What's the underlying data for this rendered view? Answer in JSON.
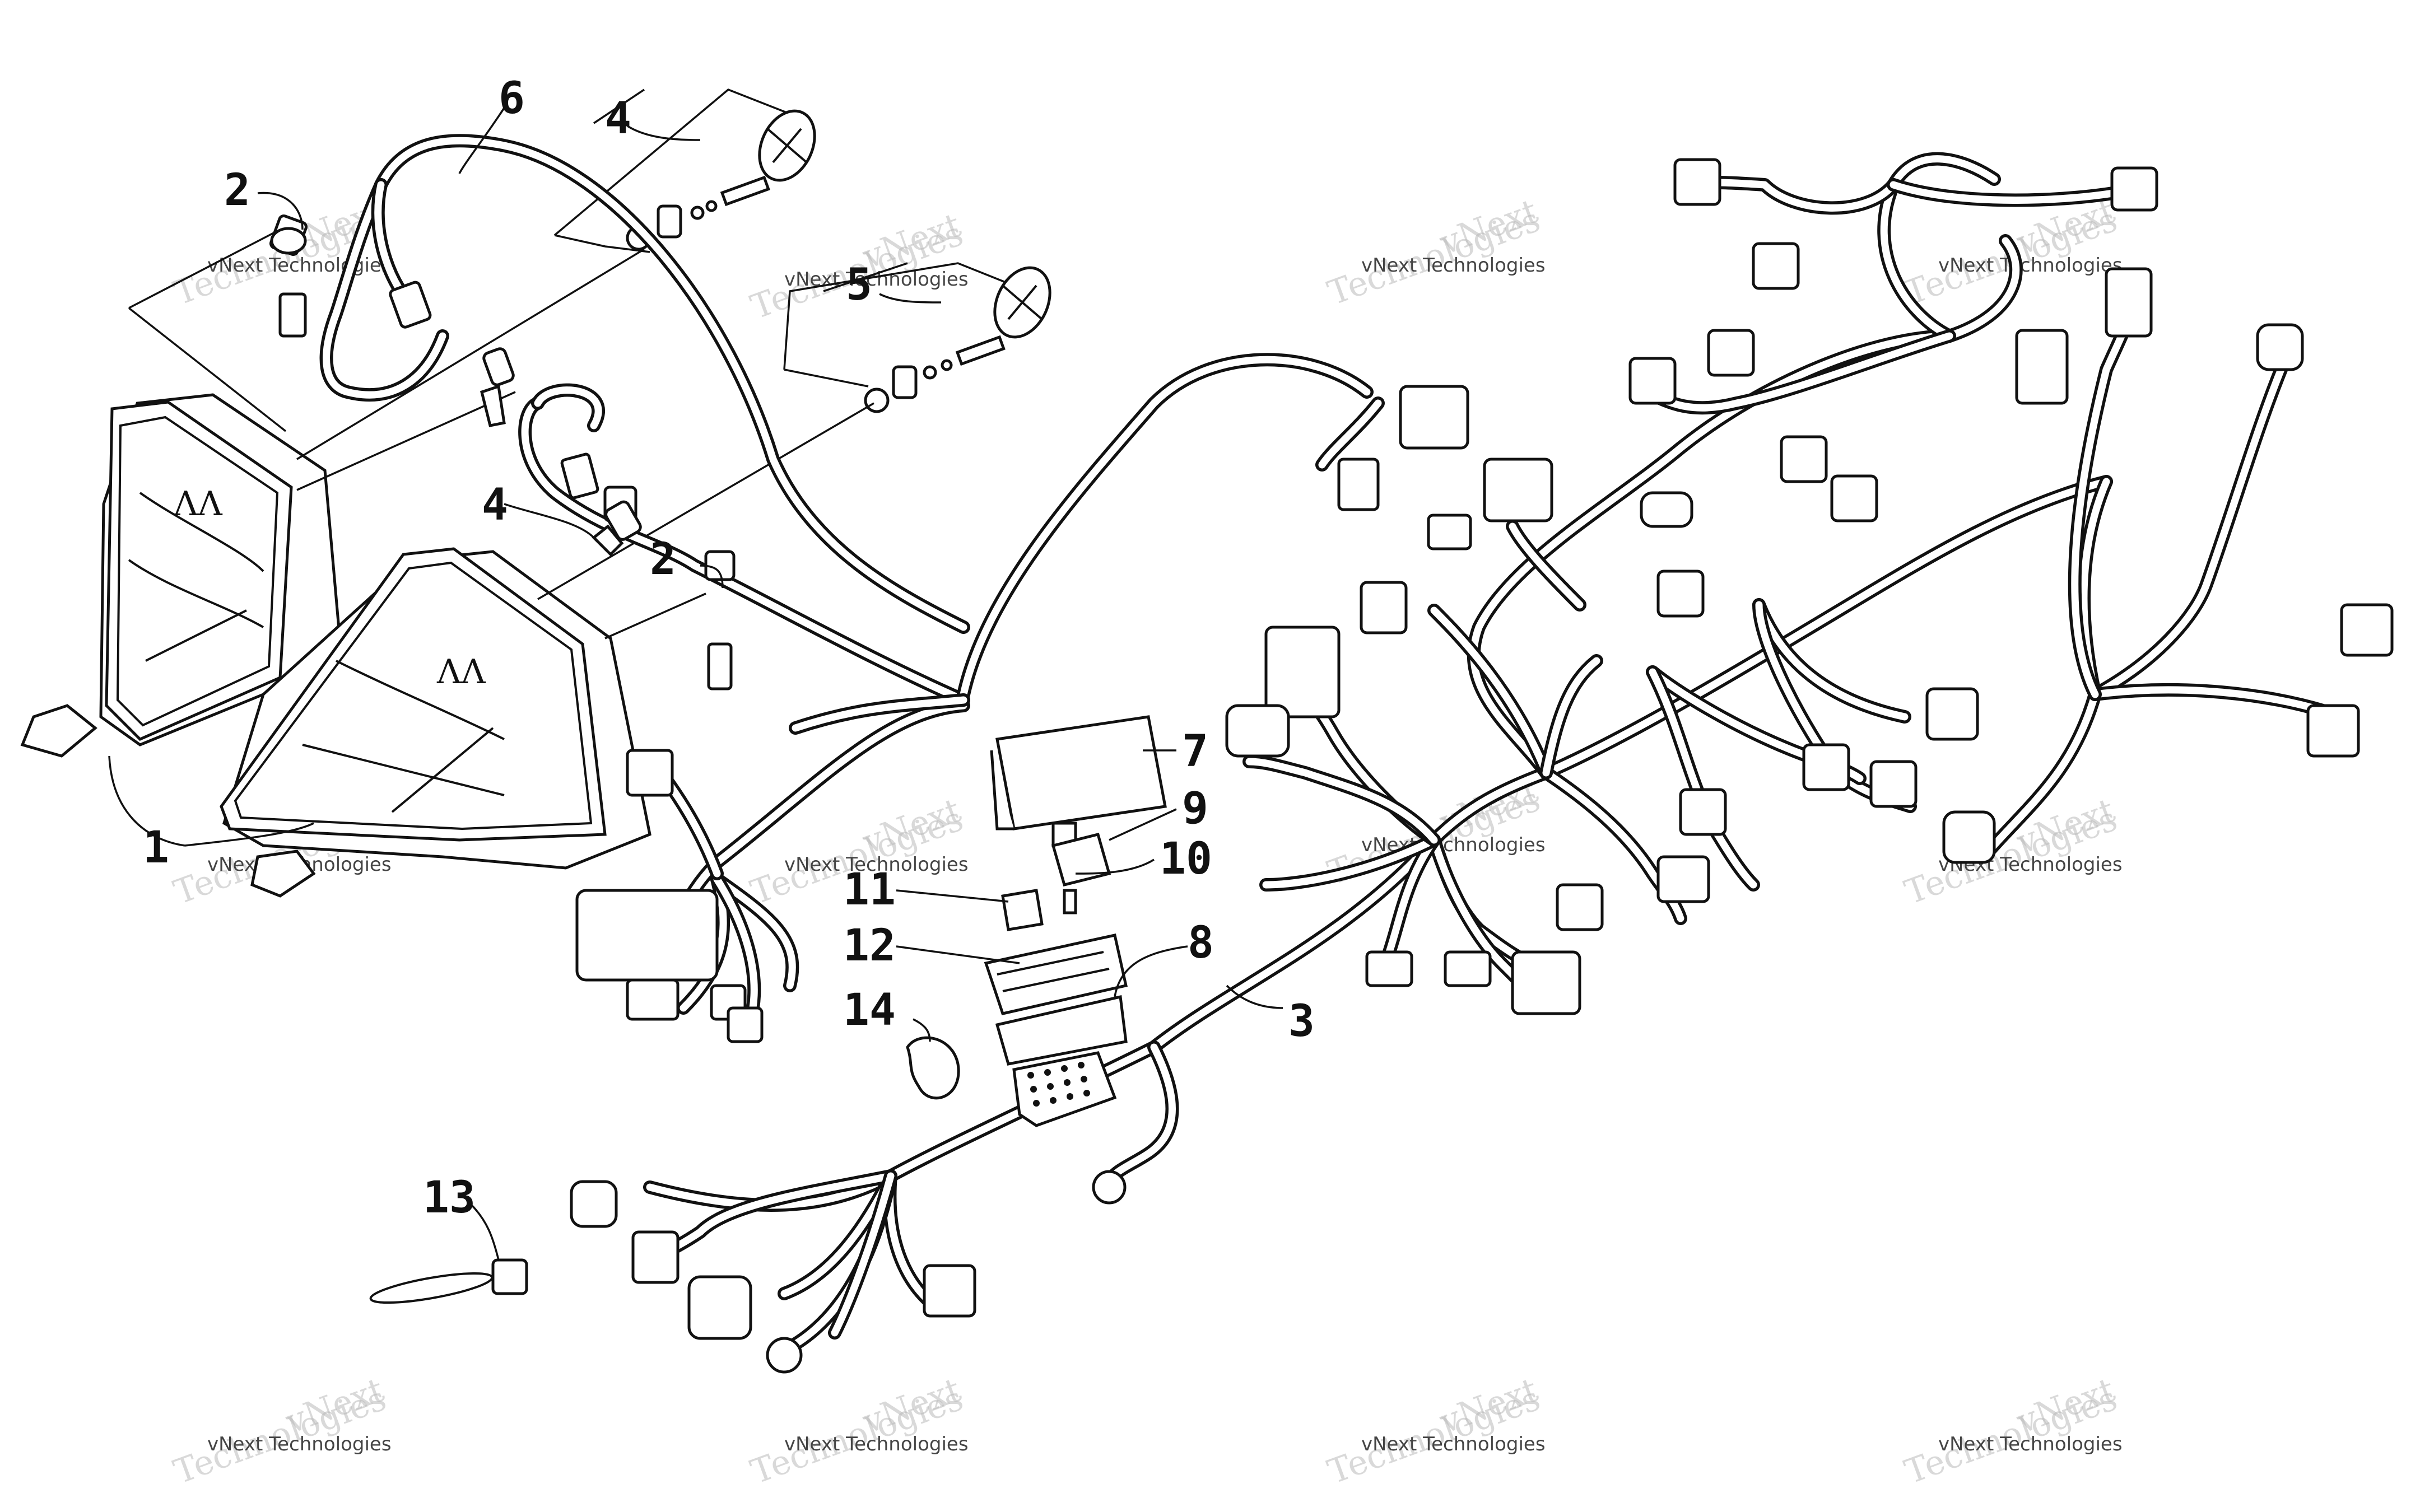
{
  "diagram": {
    "type": "exploded-parts-wiring-harness",
    "callouts": [
      "1",
      "2",
      "2",
      "3",
      "4",
      "4",
      "5",
      "6",
      "7",
      "8",
      "9",
      "10",
      "11",
      "12",
      "13",
      "14"
    ],
    "watermark_line1": "vNext Technologies",
    "watermark_big_a": "vNext",
    "watermark_big_b": "Technologies"
  }
}
